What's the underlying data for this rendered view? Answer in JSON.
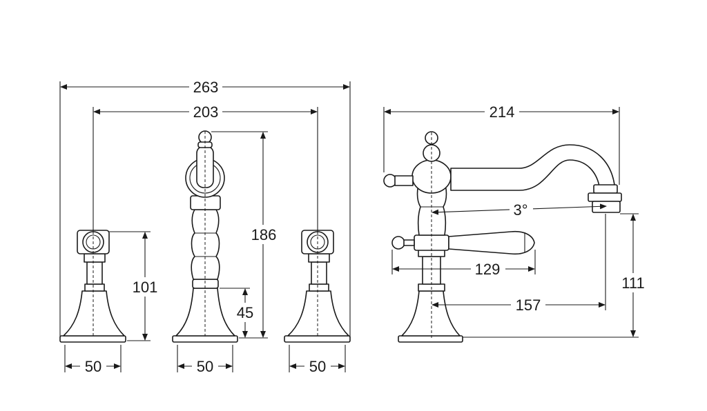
{
  "dimensions": {
    "overall_width": "263",
    "handle_centres": "203",
    "spout_height": "186",
    "handle_height": "101",
    "base_collar_height": "45",
    "base_left": "50",
    "base_middle": "50",
    "base_right": "50",
    "spout_projection": "214",
    "spout_angle": "3°",
    "lever_reach": "129",
    "outlet_reach": "157",
    "outlet_height": "111"
  }
}
